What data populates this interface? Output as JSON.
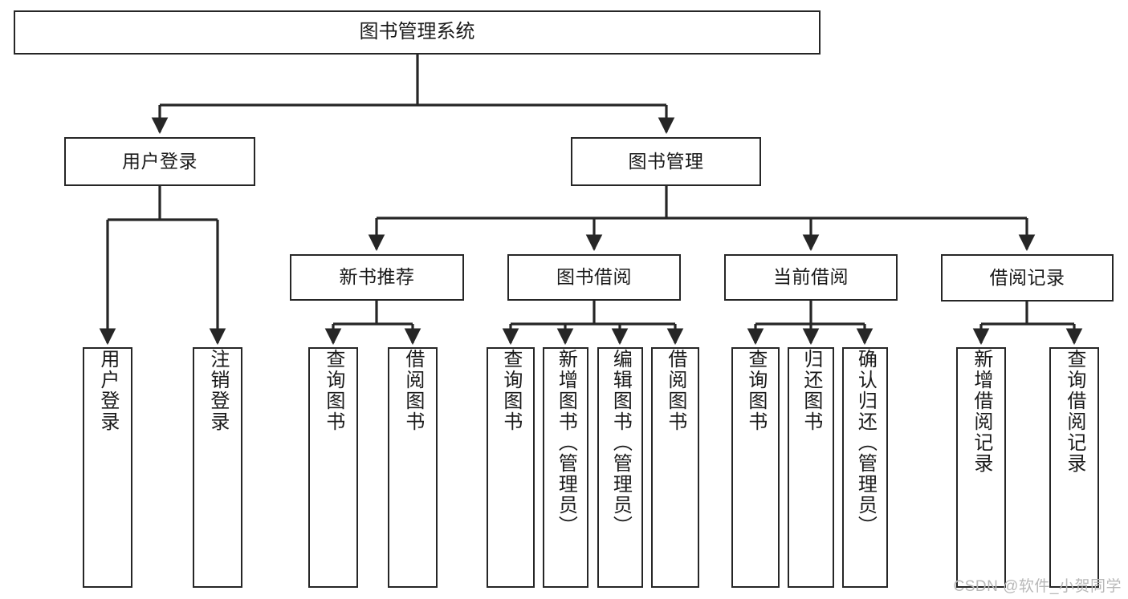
{
  "diagram": {
    "type": "tree",
    "title": "图书管理系统",
    "watermark": "CSDN @软件_小贺同学",
    "nodes": {
      "root": {
        "label": "图书管理系统"
      },
      "user_login": {
        "label": "用户登录"
      },
      "book_manage": {
        "label": "图书管理"
      },
      "new_book_rec": {
        "label": "新书推荐"
      },
      "book_borrow": {
        "label": "图书借阅"
      },
      "current_borrow": {
        "label": "当前借阅"
      },
      "borrow_record": {
        "label": "借阅记录"
      },
      "leaf_user_login": {
        "label": "用户登录"
      },
      "leaf_logout": {
        "label": "注销登录"
      },
      "leaf_query_book_1": {
        "label": "查询图书"
      },
      "leaf_borrow_book_1": {
        "label": "借阅图书"
      },
      "leaf_query_book_2": {
        "label": "查询图书"
      },
      "leaf_add_book": {
        "label": "新增图书（管理员）"
      },
      "leaf_edit_book": {
        "label": "编辑图书（管理员）"
      },
      "leaf_borrow_book_2": {
        "label": "借阅图书"
      },
      "leaf_query_book_3": {
        "label": "查询图书"
      },
      "leaf_return_book": {
        "label": "归还图书"
      },
      "leaf_confirm_return": {
        "label": "确认归还（管理员）"
      },
      "leaf_add_record": {
        "label": "新增借阅记录"
      },
      "leaf_query_record": {
        "label": "查询借阅记录"
      }
    },
    "colors": {
      "stroke": "#262626",
      "fill": "#ffffff",
      "text": "#1a1a1a",
      "watermark": "#b8b8b8"
    }
  }
}
